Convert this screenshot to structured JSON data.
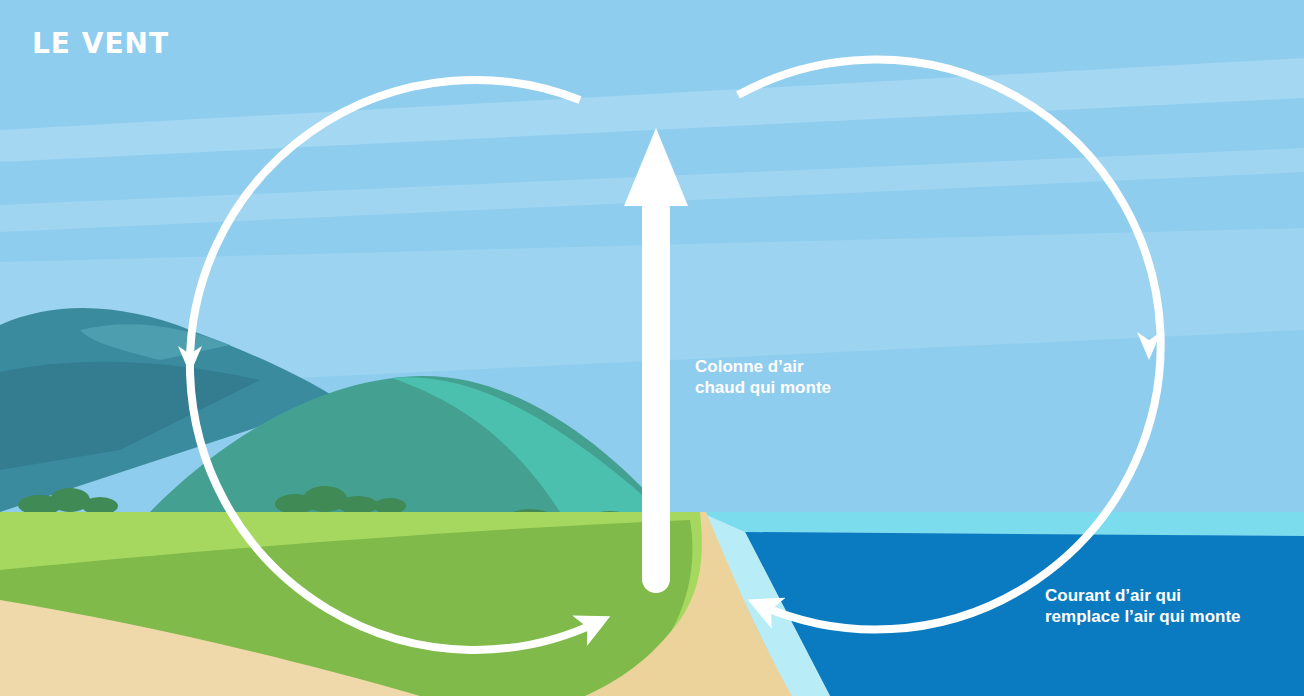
{
  "diagram": {
    "title": "LE VENT",
    "labels": [
      "Colonne d’air chaud qui monte",
      "Courant d’air qui remplace l’air qui monte"
    ]
  }
}
